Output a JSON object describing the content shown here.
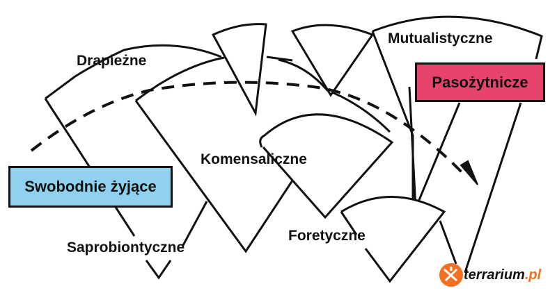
{
  "labels": {
    "drapiezne": "Drapieżne",
    "mutualistyczne": "Mutualistyczne",
    "komensaliczne": "Komensaliczne",
    "saprobiontyczne": "Saprobiontyczne",
    "foretyczne": "Foretyczne"
  },
  "boxes": {
    "swobodnie": {
      "text": "Swobodnie żyjące",
      "color": "#8fd1ef"
    },
    "pasozytnicze": {
      "text": "Pasożytnicze",
      "color": "#e8436b"
    }
  },
  "watermark": {
    "name": "terrarium",
    "tld": ".pl",
    "color": "#f36f21"
  }
}
